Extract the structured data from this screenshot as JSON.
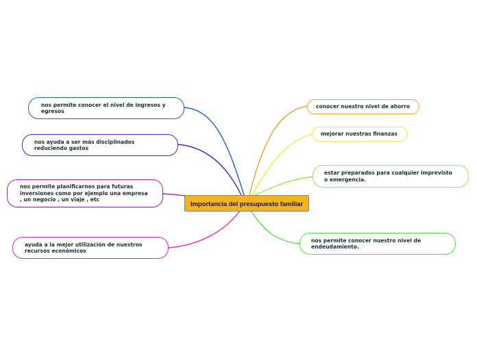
{
  "central_topic": {
    "label": "Importancia del presupuesto familiar",
    "fill_color": "#f5b120",
    "border_color": "#5f8f9d"
  },
  "left_branches": [
    {
      "label": "nos permite conocer el nivel de ingresos y\negresos",
      "color": "#1f5bdc"
    },
    {
      "label": "nos ayuda a ser más disciplinados\nreduciendo gastos",
      "color": "#4a1fcf"
    },
    {
      "label": "nos permite planificarnos para futuras\ninversiones  como por ejemplo una empresa\n, un negocio , un viaje , etc",
      "color": "#a01fb8"
    },
    {
      "label": "ayuda a la mejor utilización de nuestros\nrecursos económicos",
      "color": "#e81fd6"
    }
  ],
  "right_branches": [
    {
      "label": "conocer nuestro nivel de ahorro",
      "color": "#f0a030"
    },
    {
      "label": "mejorar nuestras finanzas",
      "color": "#eded3a"
    },
    {
      "label": "estar preparados para cualquier imprevisto\no emergencia.",
      "color": "#9ce84a"
    },
    {
      "label": "nos permite conocer nuestro nivel de\nendeudamiento.",
      "color": "#4fe040"
    }
  ]
}
